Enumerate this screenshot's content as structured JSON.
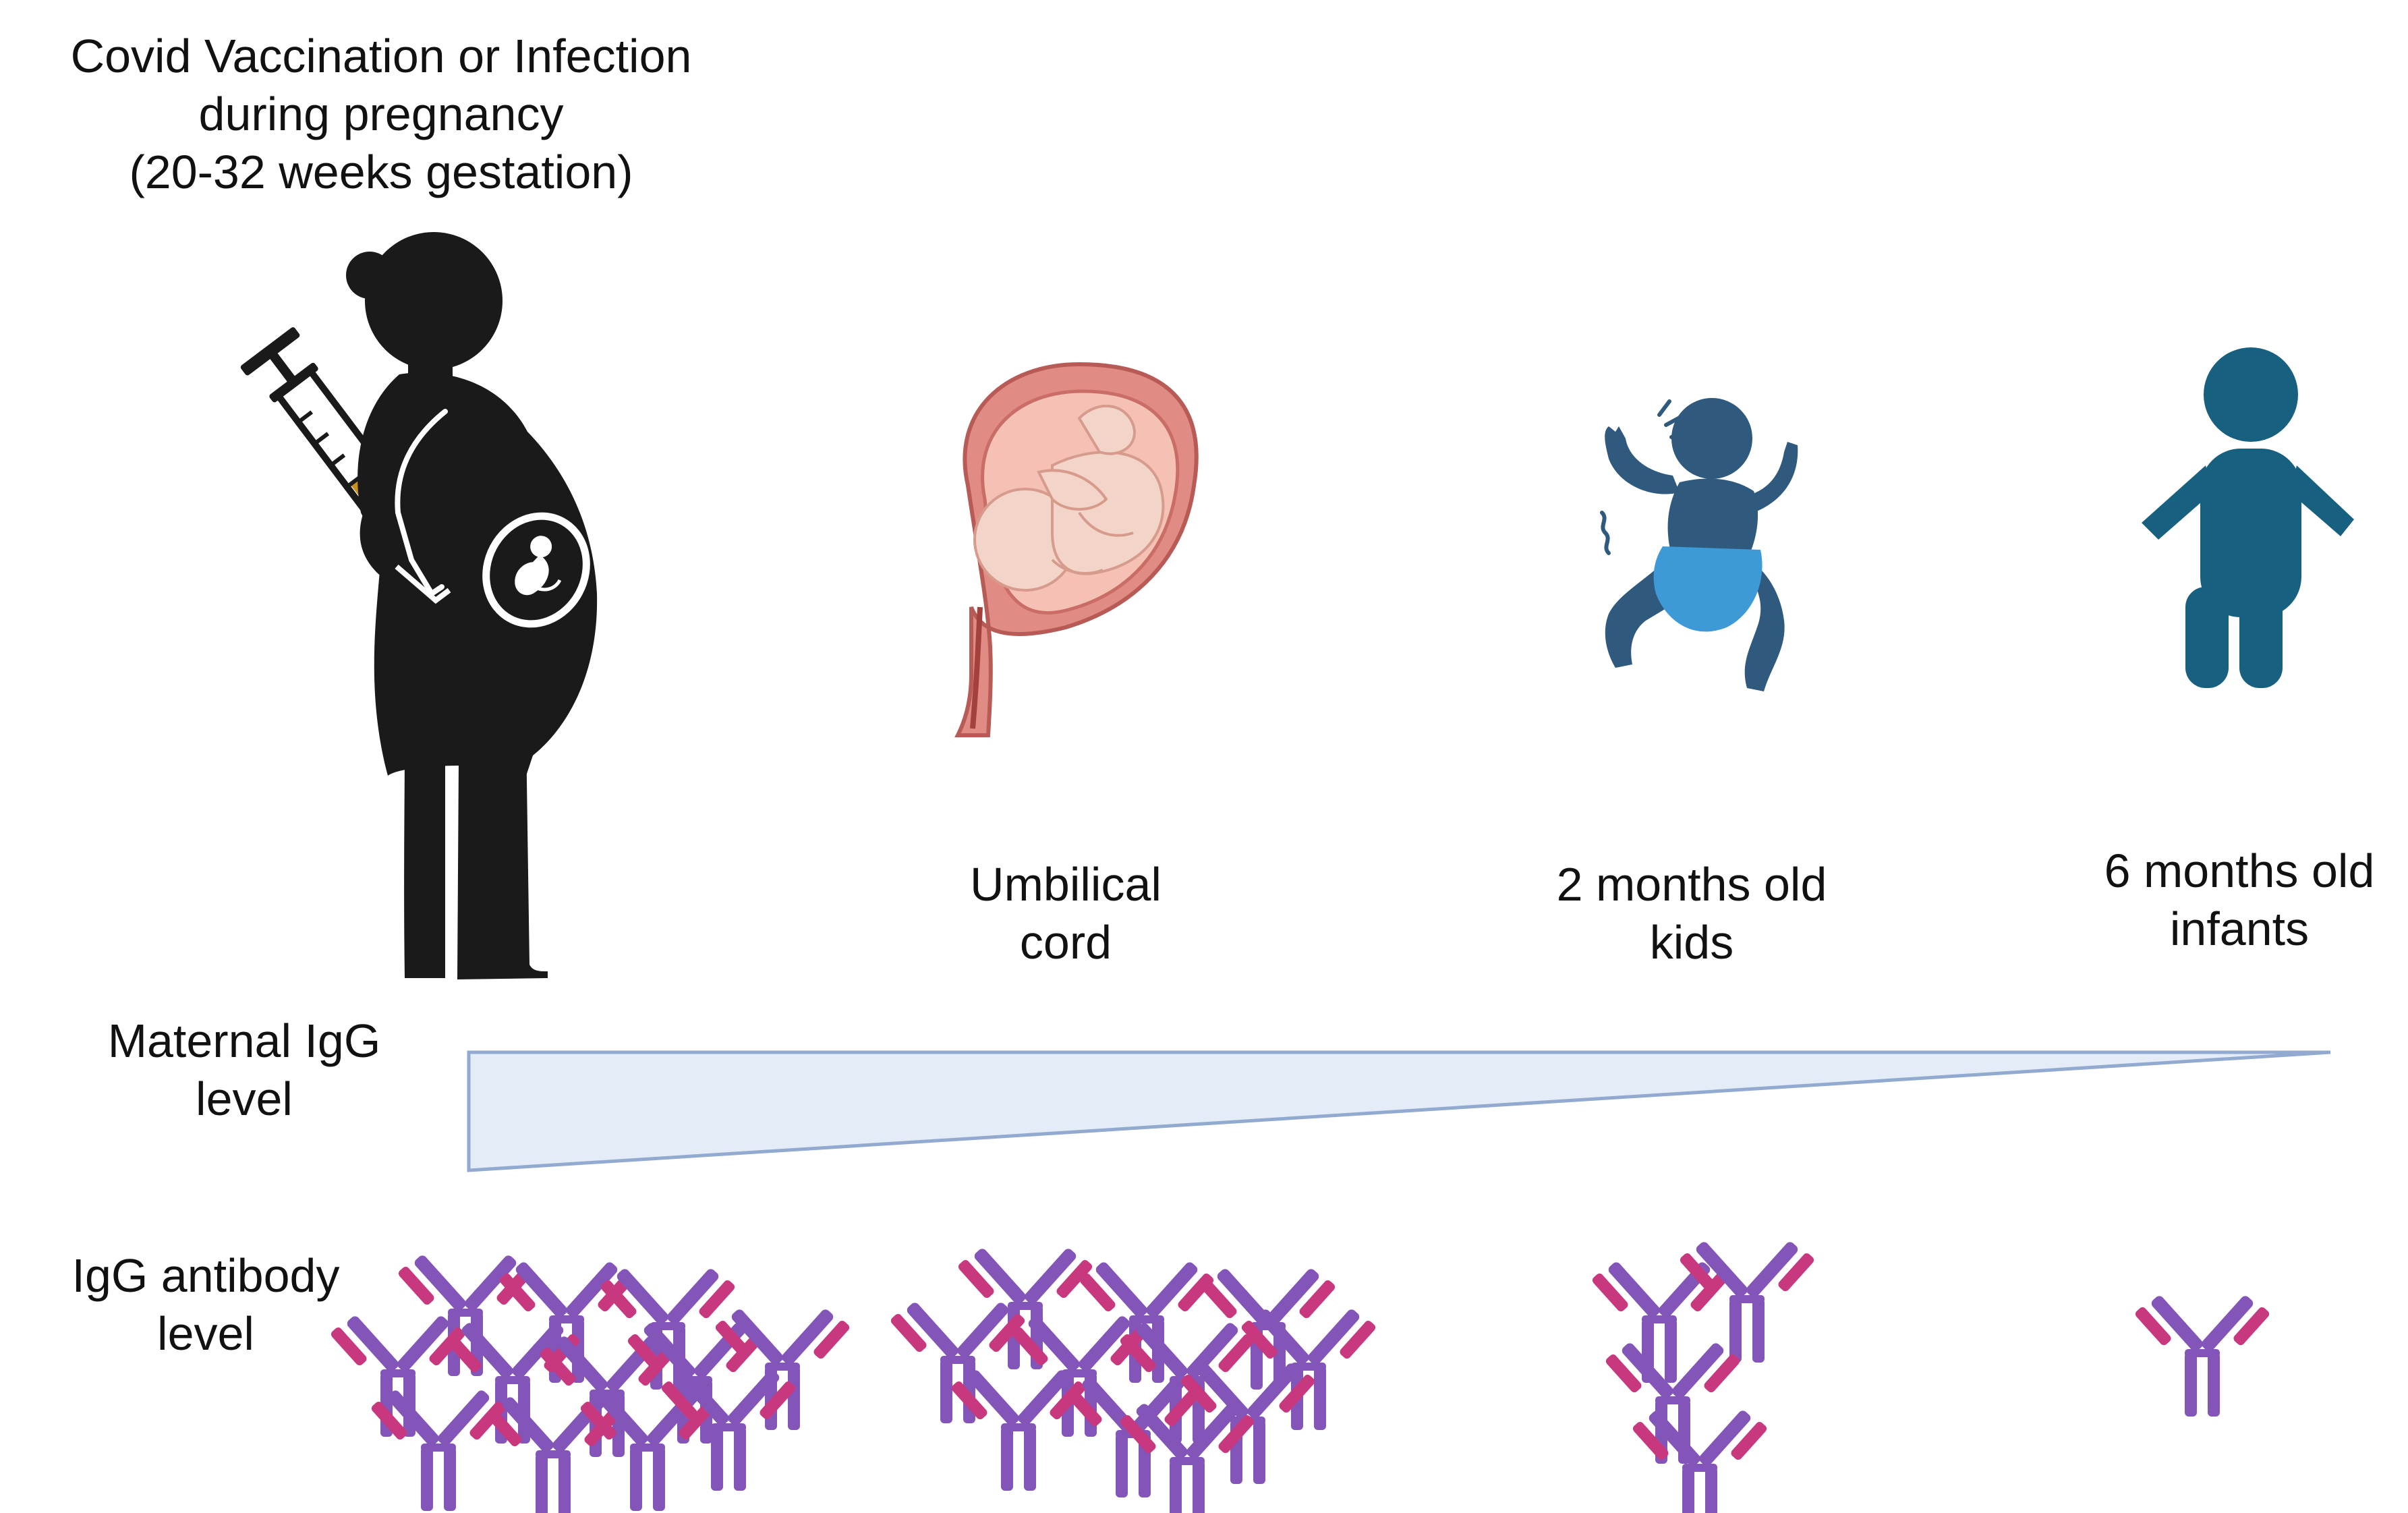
{
  "header": {
    "lines": [
      "Covid Vaccination or Infection",
      "during pregnancy",
      "(20-32 weeks gestation)"
    ]
  },
  "stages": [
    {
      "lines": [
        "Umbilical",
        "cord"
      ],
      "icon": "umbilical-cord-fetus-icon",
      "antibody_count": 11
    },
    {
      "lines": [
        "2 months old",
        "kids"
      ],
      "icon": "baby-diaper-icon",
      "antibody_count": 4
    },
    {
      "lines": [
        "6 months old",
        "infants"
      ],
      "icon": "toddler-icon",
      "antibody_count": 1
    }
  ],
  "mother": {
    "icon": "pregnant-woman-icon",
    "syringe_icon": "syringe-icon",
    "antibody_count": 12
  },
  "rows": {
    "maternal_igg": {
      "lines": [
        "Maternal IgG",
        "level"
      ]
    },
    "igg_antibody": {
      "lines": [
        "IgG antibody",
        "level"
      ]
    }
  },
  "colors": {
    "silhouette": "#1a1a1a",
    "baby": "#2f5a7e",
    "diaper": "#3d9ad6",
    "toddler": "#17607f",
    "wedge_fill": "#e4ecf7",
    "wedge_stroke": "#92a9d0",
    "antibody_heavy": "#8455b8",
    "antibody_light": "#c8387e",
    "syringe_liquid": "#c8901c"
  }
}
